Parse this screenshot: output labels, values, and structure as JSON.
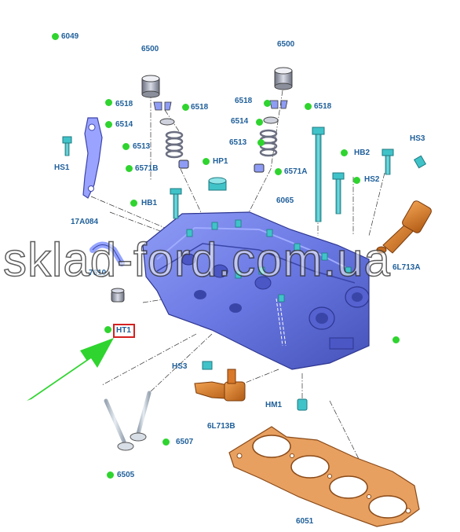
{
  "labels": {
    "l6049": "6049",
    "l6500a": "6500",
    "l6500b": "6500",
    "l6518a": "6518",
    "l6518b": "6518",
    "l6518c": "6518",
    "l6518d": "6518",
    "l6514a": "6514",
    "l6514b": "6514",
    "l6513a": "6513",
    "l6513b": "6513",
    "l6571Ba": "6571B",
    "l6571A": "6571A",
    "lHP1": "HP1",
    "lHB2": "HB2",
    "lHS3a": "HS3",
    "lHS1": "HS1",
    "lHS2": "HS2",
    "l6065": "6065",
    "lHB1": "HB1",
    "l17A084": "17A084",
    "l6L713A": "6L713A",
    "l7610": "7610",
    "lHT1": "HT1",
    "lHS3b": "HS3",
    "lHM1": "HM1",
    "l6L713B": "6L713B",
    "l6507": "6507",
    "l6505": "6505",
    "l6051": "6051"
  },
  "watermark": "sklad-ford.com.ua",
  "colors": {
    "label": "#1f5f9a",
    "marker": "#2fd42f",
    "highlight_box": "#d42020",
    "arrow": "#2fd42f",
    "head": "#6f7ee8",
    "gasket": "#e8a060",
    "solenoid": "#d9782a",
    "bolt": "#3fc3c9"
  },
  "icons": {
    "arrow": "green-arrow-icon",
    "marker": "green-dot-icon"
  }
}
